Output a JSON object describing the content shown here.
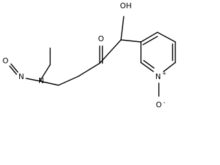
{
  "diagram": {
    "atom_labels": {
      "hydroxyl": "OH",
      "ketone_oxygen": "O",
      "nitroso_oxygen": "O",
      "nitroso_nitrogen": "N",
      "amine_nitrogen": "N",
      "pyridine_nitrogen": "N",
      "n_oxide_oxygen": "O",
      "positive_charge": "+",
      "negative_charge": "-"
    }
  }
}
